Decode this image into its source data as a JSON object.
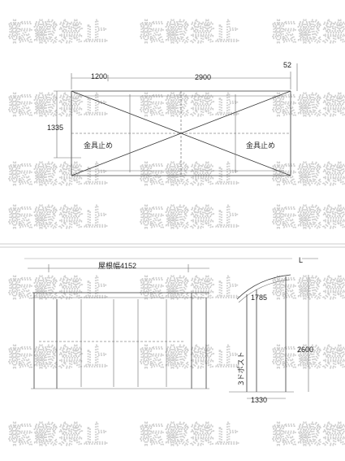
{
  "watermark": "転載禁止",
  "plan_view": {
    "dims": {
      "left_width": "1200",
      "right_width": "2900",
      "corner": "52",
      "depth": "1335"
    },
    "labels": {
      "left_corner": "金具止め",
      "right_corner": "金具止め"
    }
  },
  "elevation": {
    "roof_width": "屋根幅4152",
    "top_height": "1785",
    "total_height": "2600",
    "base_width": "1330",
    "post_label": "3ドポスト",
    "right_top_label": "L"
  }
}
